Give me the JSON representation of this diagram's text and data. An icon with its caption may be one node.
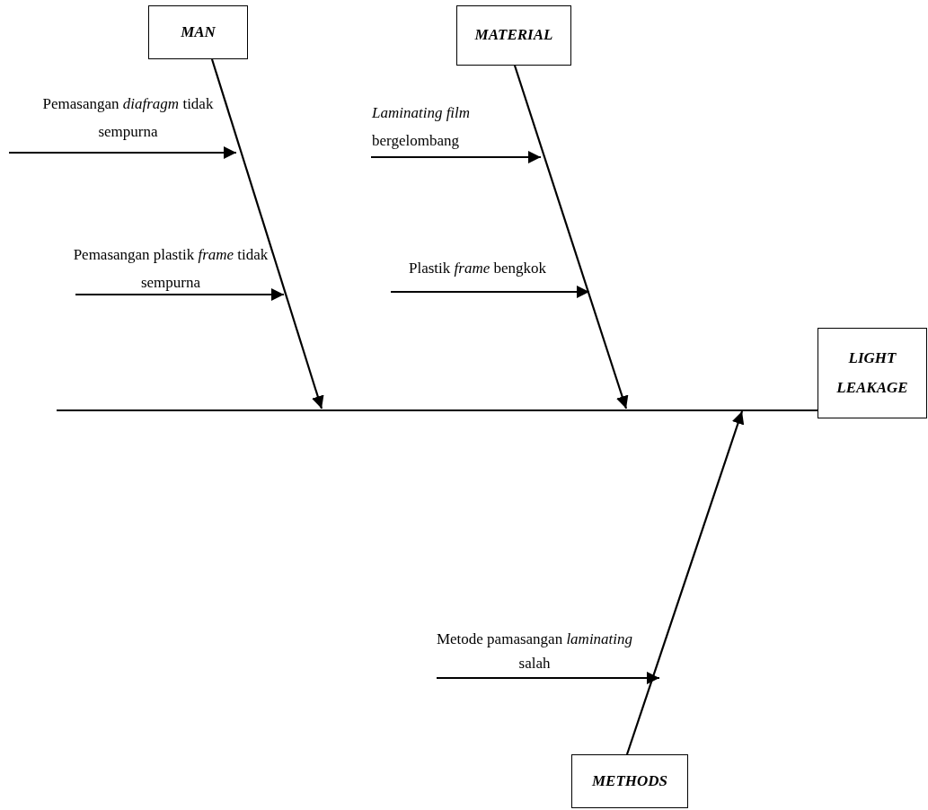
{
  "diagram": {
    "nodes": [
      {
        "text": [
          "MAN"
        ]
      },
      {
        "text": [
          "MATERIAL"
        ]
      },
      {
        "text": [
          "LIGHT LEAKAGE"
        ]
      },
      {
        "text": [
          "METHODS"
        ]
      }
    ],
    "edges": [
      {
        "from": 0,
        "to": null,
        "arrow": "to"
      },
      {
        "from": 1,
        "to": null,
        "arrow": "to"
      },
      {
        "from": 3,
        "to": null,
        "arrow": "to"
      },
      {
        "from": null,
        "to": 2,
        "arrow": "none"
      }
    ],
    "labels": [
      "Pemasangan *diafragm* tidak sempurna",
      "Pemasangan plastik *frame* tidak sempurna",
      "*Laminating film* bergelombang",
      "Plastik *frame* bengkok",
      "Metode pamasangan *laminating* salah"
    ]
  }
}
